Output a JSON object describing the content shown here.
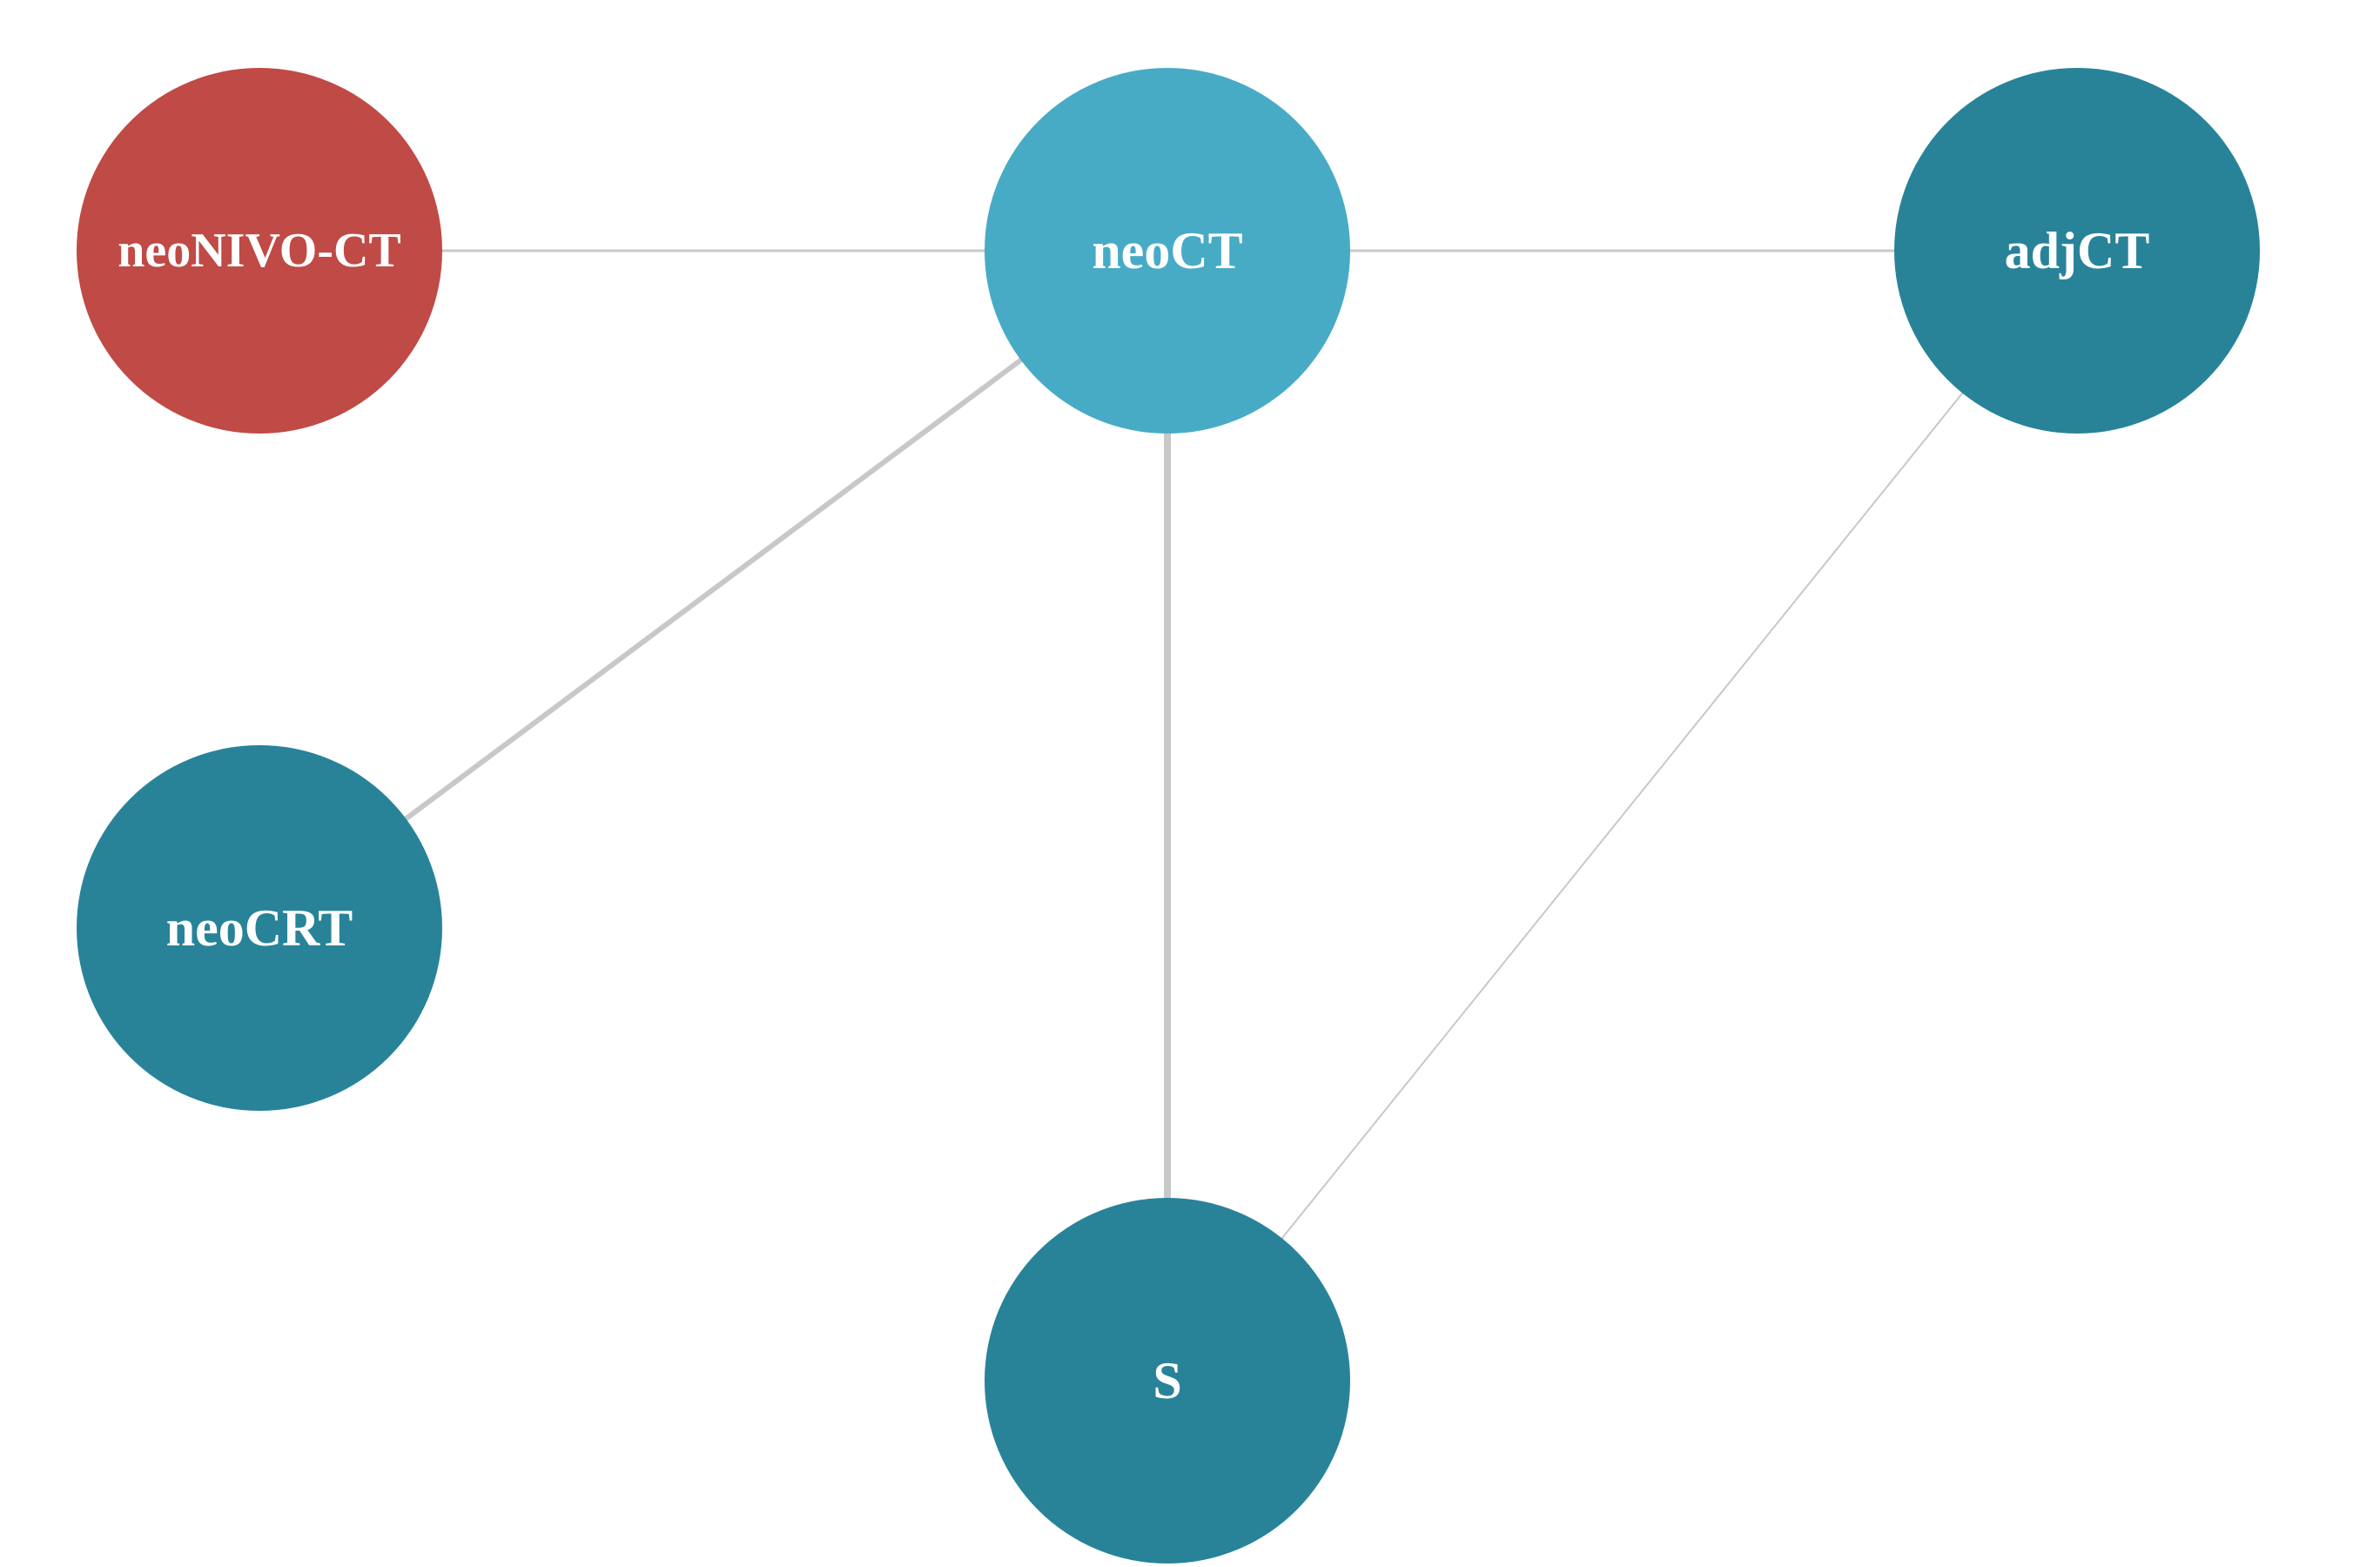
{
  "network": {
    "nodes": [
      {
        "id": "neoNIVO-CT",
        "label": "neoNIVO-CT",
        "color": "#c04a45"
      },
      {
        "id": "neoCT",
        "label": "neoCT",
        "color": "#48abc6"
      },
      {
        "id": "adjCT",
        "label": "adjCT",
        "color": "#288399"
      },
      {
        "id": "neoCRT",
        "label": "neoCRT",
        "color": "#288399"
      },
      {
        "id": "S",
        "label": "S",
        "color": "#288399"
      }
    ],
    "edges": [
      {
        "source": "neoNIVO-CT",
        "target": "neoCT"
      },
      {
        "source": "neoCT",
        "target": "adjCT"
      },
      {
        "source": "neoCT",
        "target": "neoCRT"
      },
      {
        "source": "neoCT",
        "target": "S"
      },
      {
        "source": "adjCT",
        "target": "S"
      }
    ],
    "edge_color": "#c8c8c8"
  }
}
